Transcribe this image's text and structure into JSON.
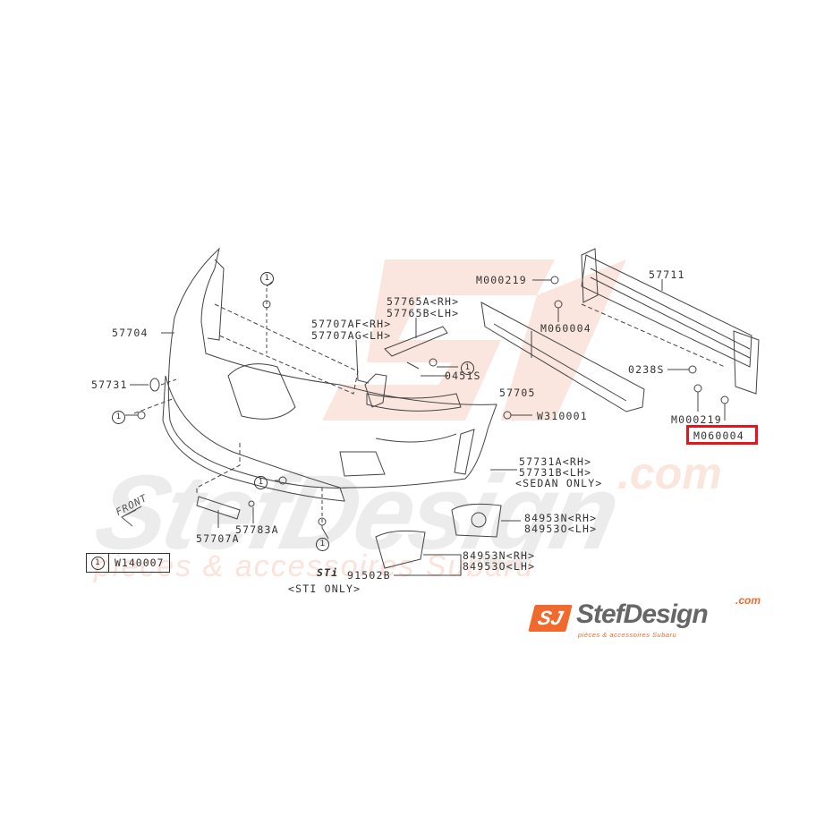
{
  "diagram": {
    "title": "Front bumper parts diagram",
    "highlight_color": "#e8141c",
    "brand_color": "#f06a2d",
    "labels": {
      "p57704": "57704",
      "p57731": "57731",
      "p57707AF": "57707AF<RH>",
      "p57707AG": "57707AG<LH>",
      "p57765A": "57765A<RH>",
      "p57765B": "57765B<LH>",
      "p0451S": "0451S",
      "p57705": "57705",
      "pM000219_top": "M000219",
      "pM060004_top": "M060004",
      "p57711": "57711",
      "p0238S": "0238S",
      "pM000219_bot": "M000219",
      "pM060004_bot": "M060004",
      "pW310001": "W310001",
      "p57731A": "57731A<RH>",
      "p57731B": "57731B<LH>",
      "sedan_only": "<SEDAN ONLY>",
      "p84953N_1": "84953N<RH>",
      "p84953O_1": "84953O<LH>",
      "p84953N_2": "84953N<RH>",
      "p84953O_2": "84953O<LH>",
      "p91502B": "91502B",
      "sti_badge": "STi",
      "sti_only": "<STI ONLY>",
      "p57707A": "57707A",
      "p57783A": "57783A",
      "front": "FRONT",
      "ref_1": "1"
    },
    "legend": {
      "symbol": "1",
      "part": "W140007"
    },
    "highlighted_part": "M060004"
  },
  "watermark": {
    "big": "StefDesign",
    "com": ".com",
    "sub": "pieces & accessoires Subaru"
  },
  "logo": {
    "mark": "SJ",
    "name": "StefDesign",
    "dotcom": ".com",
    "tagline": "pièces & accessoires Subaru"
  }
}
